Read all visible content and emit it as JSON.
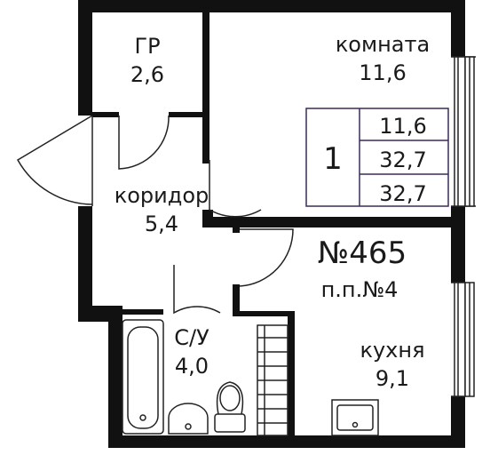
{
  "rooms": {
    "gr": {
      "name": "ГР",
      "area": "2,6"
    },
    "komnata": {
      "name": "комната",
      "area": "11,6"
    },
    "koridor": {
      "name": "коридор",
      "area": "5,4"
    },
    "su": {
      "name": "С/У",
      "area": "4,0"
    },
    "kukhnya": {
      "name": "кухня",
      "area": "9,1"
    }
  },
  "apartment": {
    "number": "№465",
    "section": "п.п.№4"
  },
  "summary_box": {
    "rooms_count": "1",
    "living_area": "11,6",
    "total_area": "32,7",
    "total_area_with_balcony": "32,7",
    "border_color": "#3b2a5a"
  },
  "colors": {
    "wall": "#111111",
    "line": "#222222"
  }
}
